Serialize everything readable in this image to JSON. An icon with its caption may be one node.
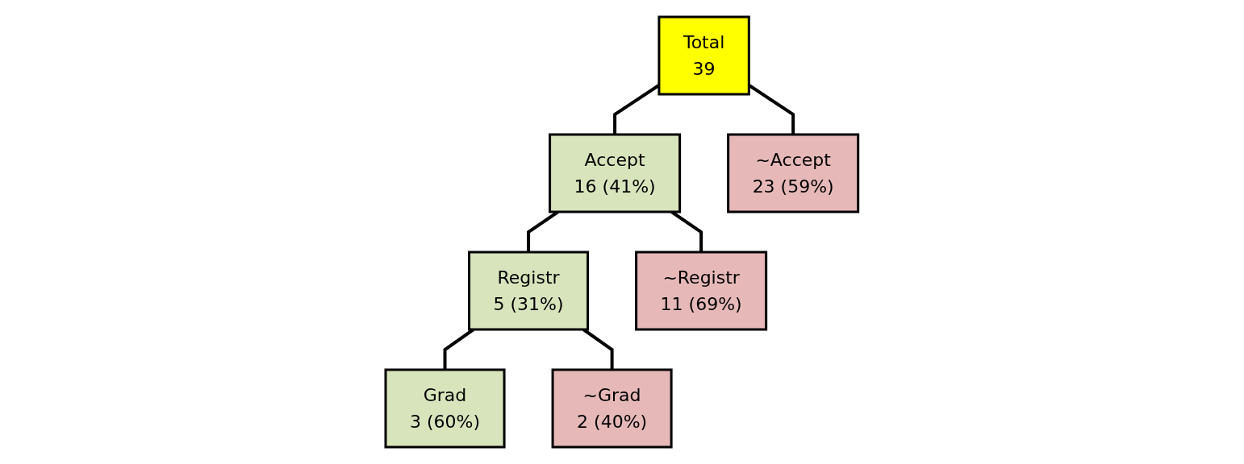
{
  "diagram": {
    "nodes": [
      {
        "text": [
          "Total",
          "39"
        ]
      },
      {
        "text": [
          "Accept",
          "16 (41%)"
        ]
      },
      {
        "text": [
          "~Accept",
          "23 (59%)"
        ]
      },
      {
        "text": [
          "Registr",
          "5 (31%)"
        ]
      },
      {
        "text": [
          "~Registr",
          "11 (69%)"
        ]
      },
      {
        "text": [
          "Grad",
          "3 (60%)"
        ]
      },
      {
        "text": [
          "~Grad",
          "2 (40%)"
        ]
      }
    ],
    "edges": [
      {
        "from": 0,
        "to": 1,
        "arrow": "none"
      },
      {
        "from": 0,
        "to": 2,
        "arrow": "none"
      },
      {
        "from": 1,
        "to": 3,
        "arrow": "none"
      },
      {
        "from": 1,
        "to": 4,
        "arrow": "none"
      },
      {
        "from": 3,
        "to": 5,
        "arrow": "none"
      },
      {
        "from": 3,
        "to": 6,
        "arrow": "none"
      }
    ]
  }
}
